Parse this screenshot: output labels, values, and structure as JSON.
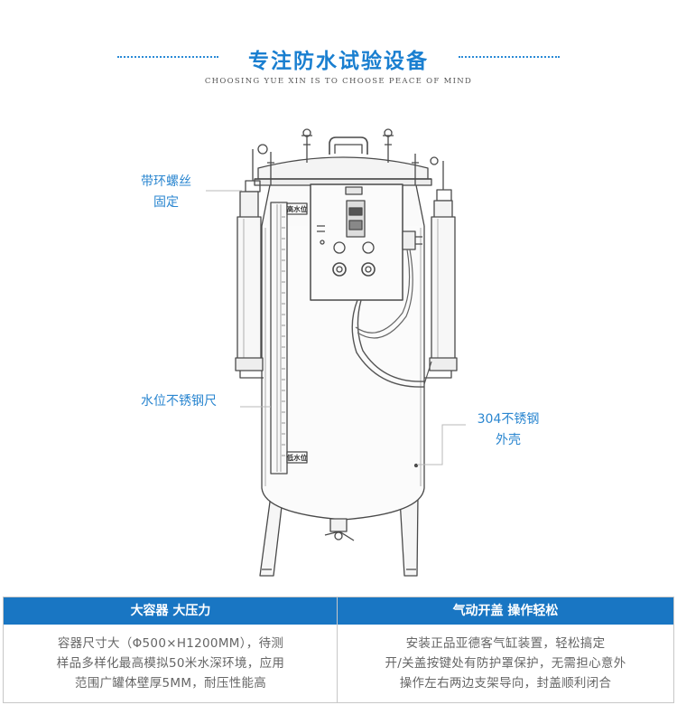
{
  "header": {
    "title": "专注防水试验设备",
    "subtitle": "CHOOSING YUE XIN IS TO CHOOSE PEACE OF MIND"
  },
  "diagram": {
    "callouts": {
      "ring_screw": [
        "带环螺丝",
        "固定"
      ],
      "water_gauge": "水位不锈钢尺",
      "shell": [
        "304不锈钢",
        "外壳"
      ]
    },
    "gauge_labels": {
      "high": "高水位",
      "low": "低水位"
    }
  },
  "features": {
    "col1": {
      "heading": "大容器 大压力",
      "lines": [
        "容器尺寸大（Φ500×H1200MM），待测",
        "样品多样化最高模拟50米水深环境，应用",
        "范围广罐体壁厚5MM，耐压性能高"
      ]
    },
    "col2": {
      "heading": "气动开盖 操作轻松",
      "lines": [
        "安装正品亚德客气缸装置，轻松搞定",
        "开/关盖按键处有防护罩保护，无需担心意外",
        "操作左右两边支架导向，封盖顺利闭合"
      ]
    }
  },
  "colors": {
    "accent": "#1a7fd0",
    "table_header": "#1976c3"
  },
  "icons": [
    "pressure-tank-illustration"
  ]
}
